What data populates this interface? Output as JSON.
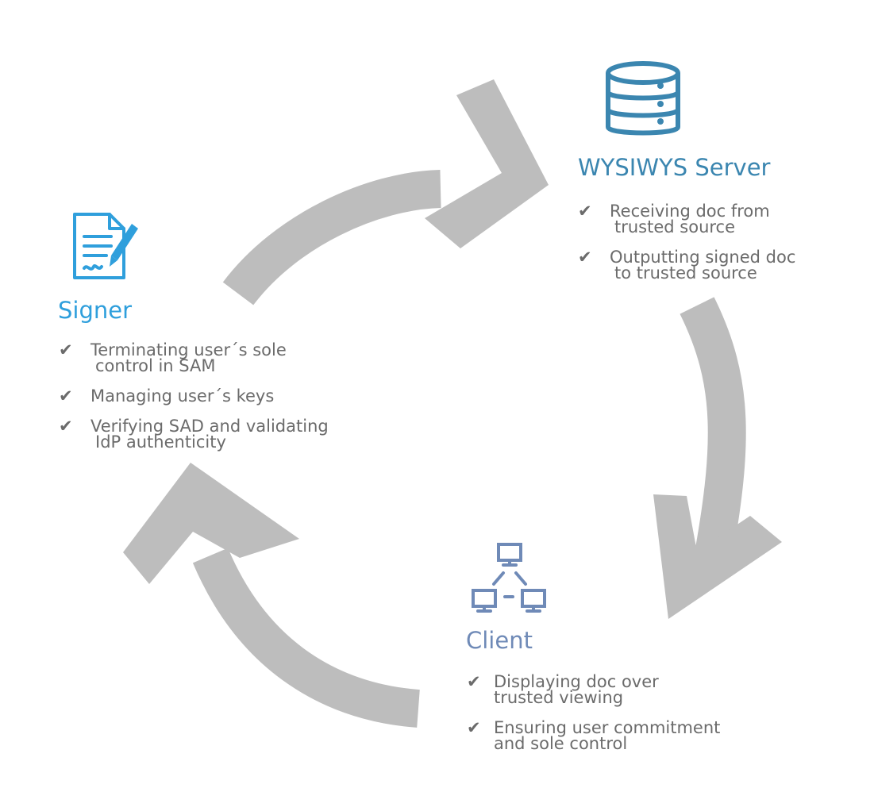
{
  "colors": {
    "arrow": "#bdbdbd",
    "server": "#3b86b0",
    "signer": "#2f9fdc",
    "client": "#6f8ab7",
    "bullet_text": "#6b6b6b"
  },
  "nodes": {
    "server": {
      "icon": "database-server-icon",
      "title": "WYSIWYS Server",
      "bullets": [
        {
          "line1": "Receiving doc from",
          "line2": "trusted source"
        },
        {
          "line1": "Outputting signed doc",
          "line2": "to trusted source"
        }
      ]
    },
    "signer": {
      "icon": "document-signature-icon",
      "title": "Signer",
      "bullets": [
        {
          "line1": "Terminating user´s sole",
          "line2": "control in SAM"
        },
        {
          "line1": "Managing user´s keys",
          "line2": ""
        },
        {
          "line1": "Verifying SAD and validating",
          "line2": "IdP authenticity"
        }
      ]
    },
    "client": {
      "icon": "network-computers-icon",
      "title": "Client",
      "bullets": [
        {
          "line1": "Displaying doc over",
          "line2": "trusted viewing"
        },
        {
          "line1": "Ensuring user commitment",
          "line2": "and sole control"
        }
      ]
    }
  }
}
